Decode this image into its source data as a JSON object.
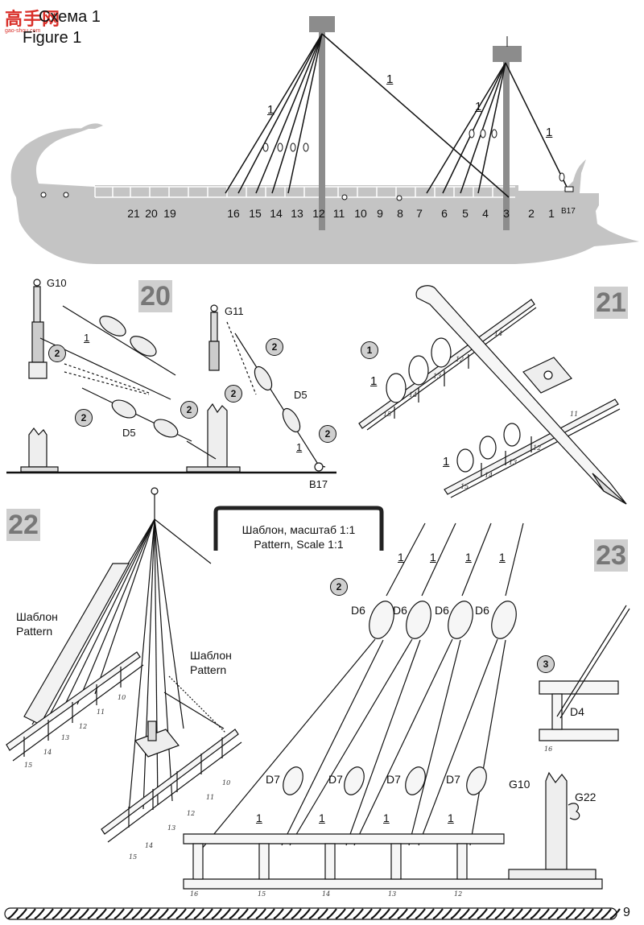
{
  "header": {
    "watermark": "高手网",
    "watermark_sub": "gao-shou.com",
    "scheme_ru": "Схема 1",
    "figure_en": "Figure 1"
  },
  "colors": {
    "hull": "#c4c4c4",
    "mast": "#8c8c8c",
    "badge": "#cfcfcf",
    "line": "#111111"
  },
  "figure1": {
    "rope_label": "1",
    "stations": [
      "21",
      "20",
      "19",
      "16",
      "15",
      "14",
      "13",
      "12",
      "11",
      "10",
      "9",
      "8",
      "7",
      "6",
      "5",
      "4",
      "3",
      "2",
      "1"
    ],
    "b17": "B17"
  },
  "fig20": {
    "badge": "20",
    "g10": "G10",
    "g11": "G11",
    "d5_a": "D5",
    "d5_b": "D5",
    "b17": "B17",
    "rope": "1",
    "marker": "2"
  },
  "fig21": {
    "badge": "21",
    "marker": "1",
    "rope": "1",
    "rail_numbers_top": [
      "15",
      "14",
      "13",
      "12",
      "14"
    ],
    "rail_numbers_bottom": [
      "15",
      "14",
      "13",
      "12",
      "11"
    ]
  },
  "fig22": {
    "badge": "22",
    "pattern_box_ru": "Шаблон, масштаб 1:1",
    "pattern_box_en": "Pattern, Scale 1:1",
    "pattern_left_ru": "Шаблон",
    "pattern_left_en": "Pattern",
    "pattern_right_ru": "Шаблон",
    "pattern_right_en": "Pattern",
    "rail_left": [
      "15",
      "14",
      "13",
      "12",
      "11",
      "10"
    ],
    "rail_right": [
      "15",
      "14",
      "13",
      "12",
      "11",
      "10"
    ]
  },
  "fig23": {
    "badge": "23",
    "rope": "1",
    "marker2": "2",
    "marker3": "3",
    "d6": "D6",
    "d7": "D7",
    "d4": "D4",
    "g10": "G10",
    "g22": "G22",
    "small16": "16",
    "rail_numbers": [
      "16",
      "15",
      "14",
      "13",
      "12"
    ]
  },
  "footer": {
    "page_number": "9"
  }
}
